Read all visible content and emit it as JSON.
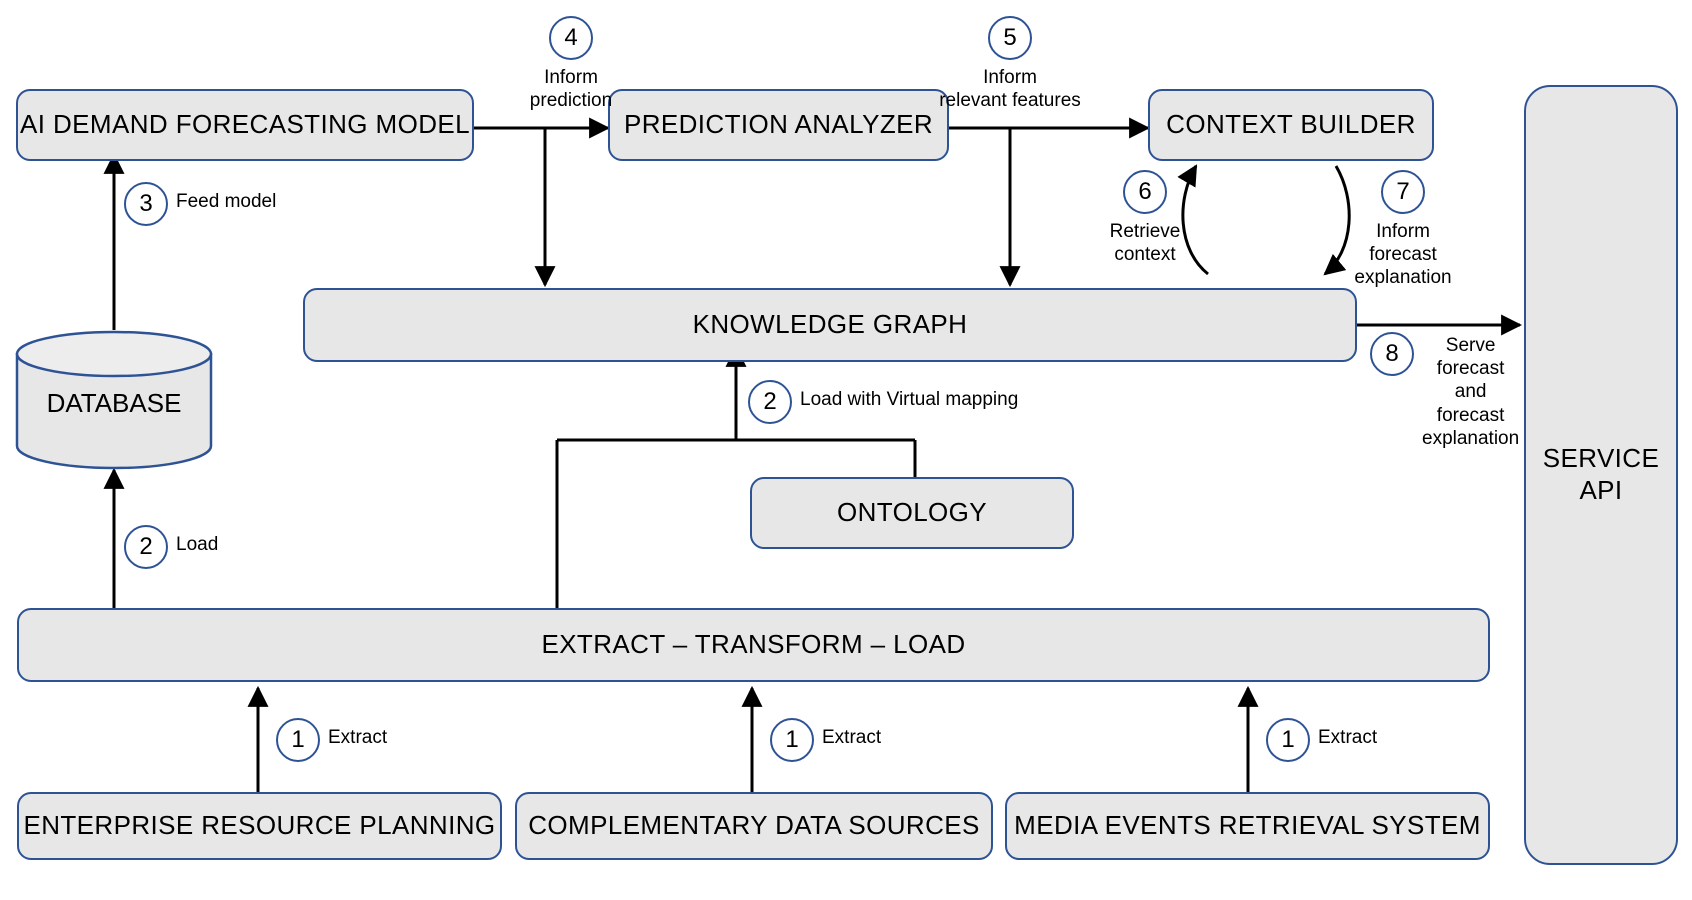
{
  "diagram": {
    "title": "AI demand forecasting knowledge graph architecture",
    "colors": {
      "node_fill": "#E7E7E7",
      "node_border": "#2E5395",
      "edge": "#000000",
      "step_circle_border": "#2E5395",
      "background": "#FFFFFF"
    },
    "nodes": [
      {
        "id": "ai_model",
        "label": "AI DEMAND FORECASTING MODEL",
        "shape": "rounded-rect"
      },
      {
        "id": "prediction_analyzer",
        "label": "PREDICTION ANALYZER",
        "shape": "rounded-rect"
      },
      {
        "id": "context_builder",
        "label": "CONTEXT BUILDER",
        "shape": "rounded-rect"
      },
      {
        "id": "service_api",
        "label": "SERVICE API",
        "shape": "rounded-rect-tall"
      },
      {
        "id": "database",
        "label": "DATABASE",
        "shape": "cylinder"
      },
      {
        "id": "knowledge_graph",
        "label": "KNOWLEDGE GRAPH",
        "shape": "rounded-rect"
      },
      {
        "id": "ontology",
        "label": "ONTOLOGY",
        "shape": "rounded-rect"
      },
      {
        "id": "etl",
        "label": "EXTRACT – TRANSFORM – LOAD",
        "shape": "rounded-rect"
      },
      {
        "id": "erp",
        "label": "ENTERPRISE RESOURCE PLANNING",
        "shape": "rounded-rect"
      },
      {
        "id": "cds",
        "label": "COMPLEMENTARY DATA SOURCES",
        "shape": "rounded-rect"
      },
      {
        "id": "mers",
        "label": "MEDIA EVENTS RETRIEVAL SYSTEM",
        "shape": "rounded-rect"
      }
    ],
    "steps": [
      {
        "number": "1",
        "label": "Extract",
        "from": "erp",
        "to": "etl"
      },
      {
        "number": "1",
        "label": "Extract",
        "from": "cds",
        "to": "etl"
      },
      {
        "number": "1",
        "label": "Extract",
        "from": "mers",
        "to": "etl"
      },
      {
        "number": "2",
        "label": "Load",
        "from": "etl",
        "to": "database"
      },
      {
        "number": "2",
        "label": "Load with Virtual mapping",
        "from": "etl+ontology",
        "to": "knowledge_graph"
      },
      {
        "number": "3",
        "label": "Feed model",
        "from": "database",
        "to": "ai_model"
      },
      {
        "number": "4",
        "label": "Inform\nprediction",
        "from": "ai_model",
        "to": "prediction_analyzer"
      },
      {
        "number": "5",
        "label": "Inform\nrelevant features",
        "from": "prediction_analyzer",
        "to": "context_builder"
      },
      {
        "number": "6",
        "label": "Retrieve\ncontext",
        "from": "knowledge_graph",
        "to": "context_builder"
      },
      {
        "number": "7",
        "label": "Inform\nforecast\nexplanation",
        "from": "context_builder",
        "to": "knowledge_graph"
      },
      {
        "number": "8",
        "label": "Serve\nforecast\nand\nforecast\nexplanation",
        "from": "knowledge_graph",
        "to": "service_api"
      }
    ],
    "captions": {
      "inform_prediction": "Inform\nprediction",
      "inform_relevant_features": "Inform\nrelevant features"
    }
  }
}
